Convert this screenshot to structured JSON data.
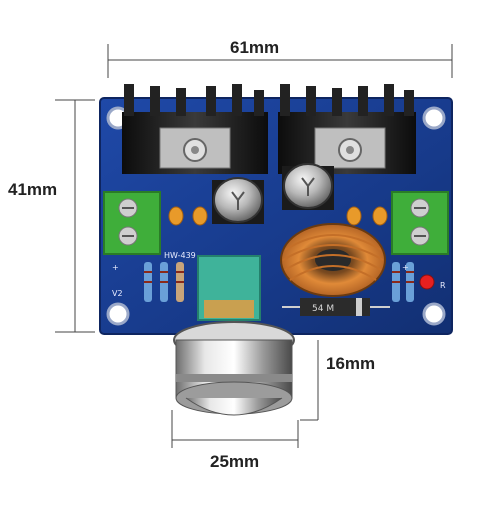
{
  "dimensions": {
    "width_label": "61mm",
    "height_label": "41mm",
    "knob_height_label": "16mm",
    "knob_width_label": "25mm"
  },
  "board": {
    "model_label": "HW-439",
    "pcb_color": "#1a3a8f",
    "heatsink_color": "#1a1a1a",
    "terminal_color": "#3fae3a"
  },
  "silkscreen": {
    "plus_left": "+",
    "plus_right": "+",
    "v2_label": "V2",
    "r_label": "R"
  },
  "diode_marking": "54 M"
}
